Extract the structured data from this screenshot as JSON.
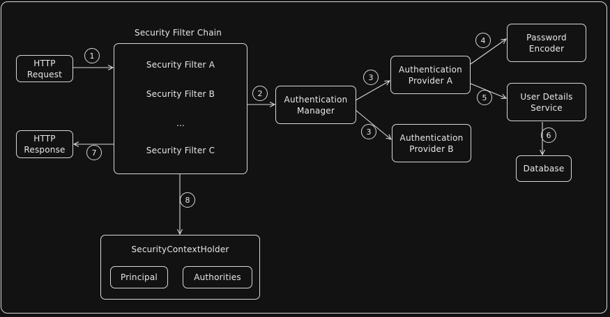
{
  "diagram": {
    "chain_title": "Security Filter Chain",
    "http_request": "HTTP\nRequest",
    "http_response": "HTTP\nResponse",
    "filters": [
      "Security Filter A",
      "Security Filter B",
      "...",
      "Security Filter C"
    ],
    "auth_manager": "Authentication\nManager",
    "provider_a": "Authentication\nProvider A",
    "provider_b": "Authentication\nProvider B",
    "password_encoder": "Password\nEncoder",
    "user_details_service": "User Details\nService",
    "database": "Database",
    "context_holder_title": "SecurityContextHolder",
    "principal": "Principal",
    "authorities": "Authorities",
    "steps": {
      "request_to_chain": "1",
      "chain_to_manager": "2",
      "manager_to_provider_a": "3",
      "manager_to_provider_b": "3",
      "provider_a_to_encoder": "4",
      "provider_a_to_user_details": "5",
      "user_details_to_database": "6",
      "chain_to_response": "7",
      "chain_to_context": "8"
    },
    "colors": {
      "background": "#121212",
      "stroke": "#d9d9d9",
      "text": "#e8e8e8"
    }
  }
}
